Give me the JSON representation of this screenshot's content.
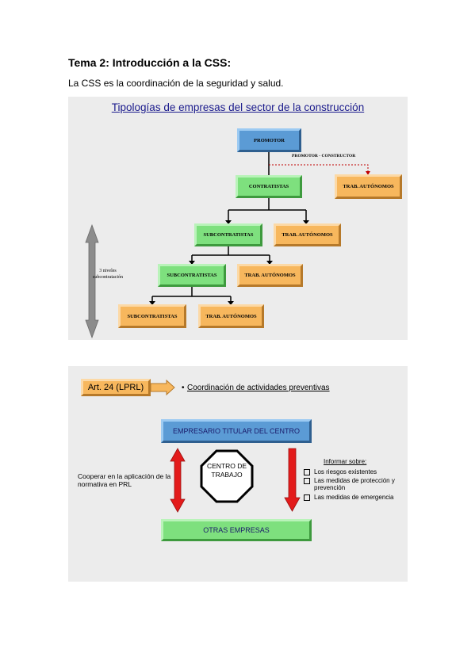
{
  "heading": "Tema 2: Introducción a la CSS:",
  "intro": "La CSS es la coordinación de la seguridad y salud.",
  "slide1": {
    "title": "Tipologías de empresas del sector de la construcción",
    "promotor": "PROMOTOR",
    "promotor_constructor": "PROMOTOR - CONSTRUCTOR",
    "contratistas": "CONTRATISTAS",
    "trab_autonomos_1": "TRAB. AUTÓNOMOS",
    "subcontratistas_1": "SUBCONTRATISTAS",
    "trab_autonomos_2": "TRAB. AUTÓNOMOS",
    "subcontratistas_2": "SUBCONTRATISTAS",
    "trab_autonomos_3": "TRAB. AUTÓNOMOS",
    "subcontratistas_3": "SUBCONTRATISTAS",
    "trab_autonomos_4": "TRAB. AUTÓNOMOS",
    "tres_niveles": "3 niveles subcontratación"
  },
  "slide2": {
    "art24": "Art. 24 (LPRL)",
    "bullet": "•",
    "coordinacion": "Coordinación de actividades preventivas",
    "empresario": "EMPRESARIO TITULAR DEL CENTRO",
    "otras": "OTRAS EMPRESAS",
    "centro": "CENTRO DE TRABAJO",
    "cooperar": "Cooperar en la aplicación de la normativa en PRL",
    "informar_title": "Informar sobre:",
    "informar_items": [
      "Los riesgos existentes",
      "Las medidas de protección y prevención",
      "Las medidas de emergencia"
    ]
  },
  "colors": {
    "blue": "#5b9bd5",
    "green": "#7ee07e",
    "orange": "#f7b75d",
    "red_arrow": "#e31b1b",
    "grey_arrow": "#8c8c8c"
  }
}
